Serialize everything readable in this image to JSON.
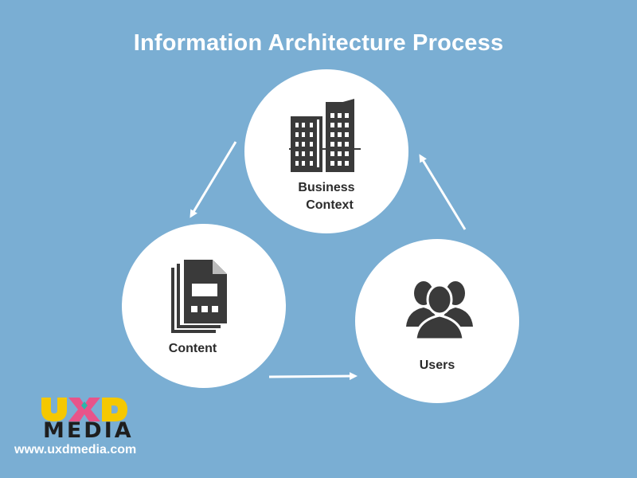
{
  "title": "Information Architecture Process",
  "nodes": {
    "business": {
      "line1": "Business",
      "line2": "Context",
      "icon": "building-icon"
    },
    "content": {
      "label": "Content",
      "icon": "document-stack-icon"
    },
    "users": {
      "label": "Users",
      "icon": "users-group-icon"
    }
  },
  "flow": [
    "Business Context",
    "Content",
    "Users"
  ],
  "logo": {
    "mark": "UXD",
    "wordmark": "MEDIA"
  },
  "url": "www.uxdmedia.com",
  "colors": {
    "background": "#7aaed3",
    "circle": "#ffffff",
    "icon": "#3a3a3a",
    "logo_yellow": "#f5c800",
    "logo_pink": "#e8548a",
    "logo_teal": "#2bb6a8"
  }
}
